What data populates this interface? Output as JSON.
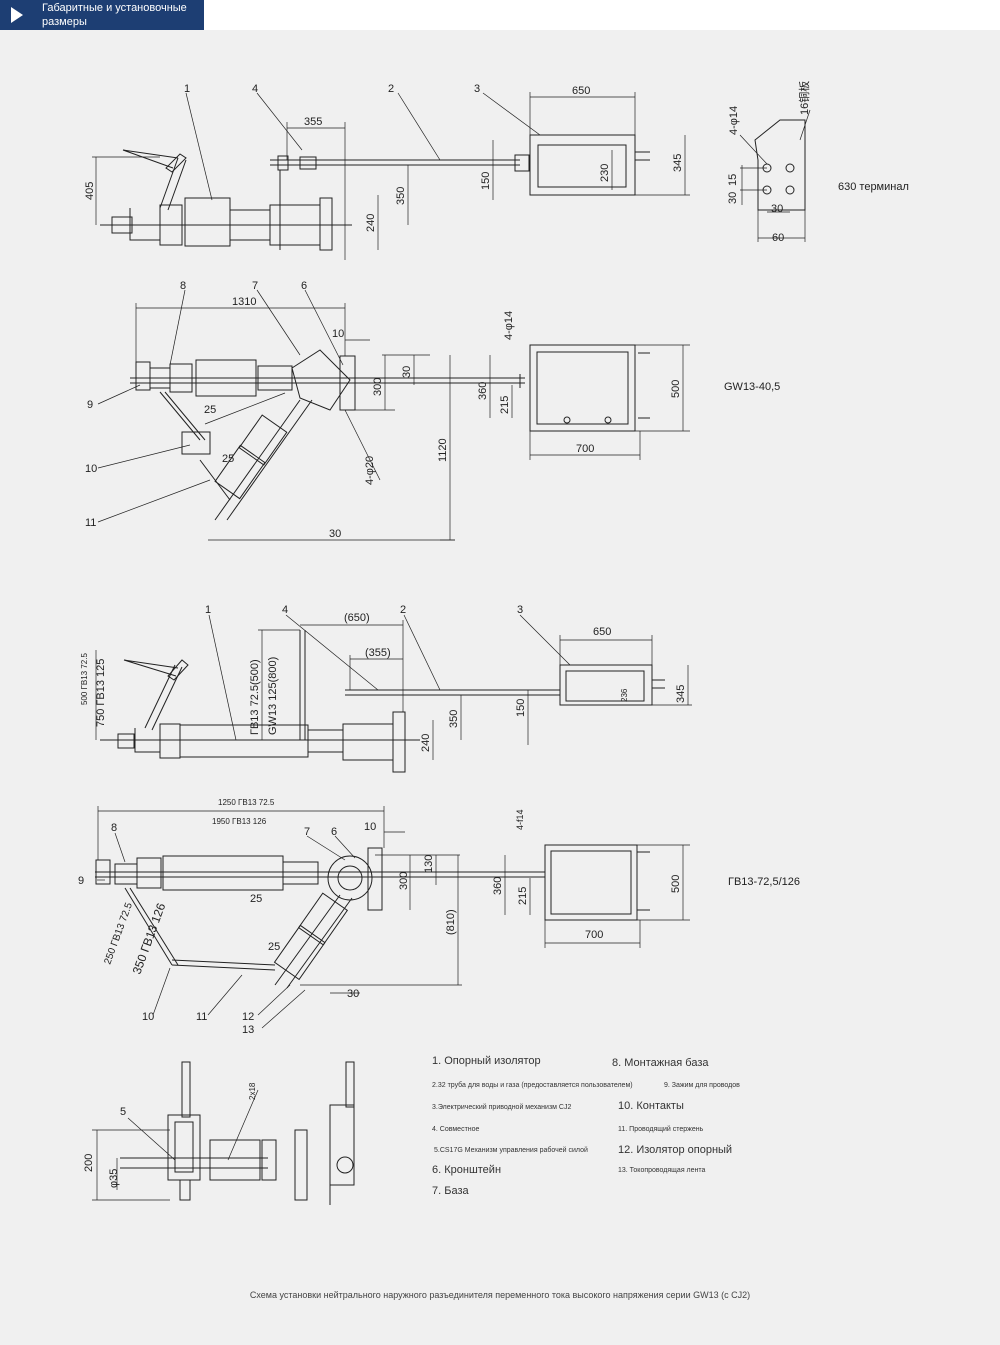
{
  "header": {
    "title": "Габаритные и установочные размеры",
    "icon": "play-arrow-icon"
  },
  "colors": {
    "header_bg": "#1d3e73",
    "page_bg": "#f0f0f0",
    "line": "#222222"
  },
  "view1": {
    "callouts": [
      "1",
      "4",
      "2",
      "3"
    ],
    "dims": [
      "355",
      "650",
      "405",
      "350",
      "150",
      "230",
      "345",
      "240"
    ],
    "terminal": {
      "dims": [
        "4-φ14",
        "16铜板",
        "15",
        "30",
        "30",
        "60"
      ],
      "label": "630 терминал"
    }
  },
  "view2": {
    "callouts": [
      "8",
      "7",
      "6",
      "9",
      "10",
      "11"
    ],
    "dims": [
      "1310",
      "10",
      "30",
      "300",
      "4-φ14",
      "360",
      "215",
      "500",
      "700",
      "25",
      "25",
      "4-φ20",
      "1120",
      "30"
    ],
    "model": "GW13-40,5"
  },
  "view3": {
    "callouts": [
      "1",
      "4",
      "2",
      "3"
    ],
    "dims": [
      "(650)",
      "(355)",
      "650",
      "150",
      "350",
      "236",
      "345",
      "240"
    ],
    "side_label_a": "500 ГВ13 72.5",
    "side_label_b": "750 ГВ13 125",
    "insulator_label_a": "ГВ13 72.5(500)",
    "insulator_label_b": "GW13 125(800)"
  },
  "view4": {
    "callouts": [
      "8",
      "7",
      "6",
      "9",
      "10",
      "11",
      "12",
      "13"
    ],
    "dims": [
      "1250 ГВ13 72.5",
      "1950 ГВ13 126",
      "10",
      "130",
      "300",
      "4-f14",
      "360",
      "215",
      "500",
      "700",
      "25",
      "25",
      "(810)",
      "30"
    ],
    "diag_label_a": "250 ГВ13 72.5",
    "diag_label_b": "350 ГВ13 126",
    "model": "ГВ13-72,5/126"
  },
  "view5": {
    "callouts": [
      "5"
    ],
    "dims": [
      "200",
      "φ35",
      "2x18"
    ]
  },
  "legend": [
    {
      "text": "1. Опорный изолятор",
      "size": "lg"
    },
    {
      "text": "8. Монтажная база",
      "size": "lg"
    },
    {
      "text": "2.32 труба для воды и газа (предоставляется пользователем)",
      "size": "sm"
    },
    {
      "text": "9. Зажим для проводов",
      "size": "sm"
    },
    {
      "text": "3.Электрический приводной механизм CJ2",
      "size": "sm"
    },
    {
      "text": "10. Контакты",
      "size": "lg"
    },
    {
      "text": "4. Совместное",
      "size": "sm"
    },
    {
      "text": "11. Проводящий стержень",
      "size": "sm"
    },
    {
      "text": "5.CS17G Механизм управления рабочей силой",
      "size": "sm"
    },
    {
      "text": "12. Изолятор опорный",
      "size": "lg"
    },
    {
      "text": "6. Кронштейн",
      "size": "lg"
    },
    {
      "text": "13. Токопроводящая лента",
      "size": "sm"
    },
    {
      "text": "7. База",
      "size": "lg"
    }
  ],
  "caption": "Схема установки нейтрального наружного разъединителя переменного тока высокого напряжения серии GW13 (с CJ2)"
}
